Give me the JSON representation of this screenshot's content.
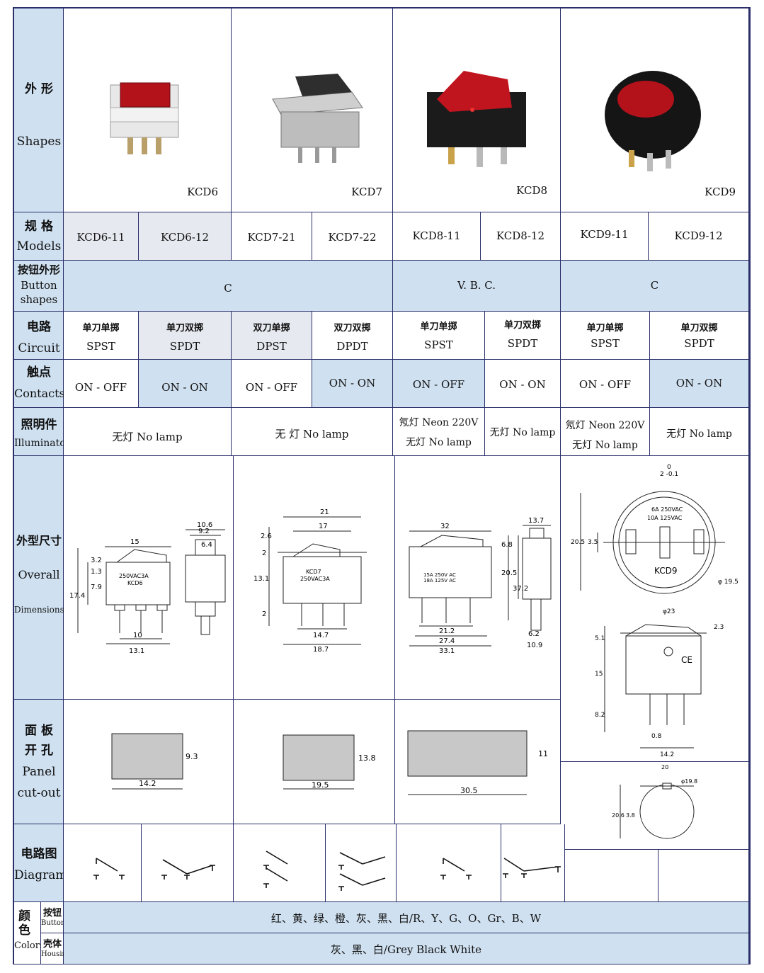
{
  "labels": {
    "shapes_cn": "外 形",
    "shapes_en": "Shapes",
    "models_cn": "规 格",
    "models_en": "Models",
    "button_cn": "按钮外形",
    "button_en1": "Button",
    "button_en2": "shapes",
    "circuit_cn": "电路",
    "circuit_en": "Circuit",
    "contacts_cn": "触点",
    "contacts_en": "Contacts",
    "illum_cn": "照明件",
    "illum_en": "Illuminator",
    "overall_cn": "外型尺寸",
    "overall_en1": "Overall",
    "overall_en2": "Dimensions",
    "panel_cn1": "面 板",
    "panel_cn2": "开 孔",
    "panel_en1": "Panel",
    "panel_en2": "cut-out",
    "diagram_cn": "电路图",
    "diagram_en": "Diagram",
    "colors_cn": "颜色",
    "colors_en": "Colors",
    "button_color_cn": "按钮",
    "button_color_en": "Button",
    "housing_cn": "壳体",
    "housing_en": "Housing"
  },
  "series": [
    "KCD6",
    "KCD7",
    "KCD8",
    "KCD9"
  ],
  "models": [
    "KCD6-11",
    "KCD6-12",
    "KCD7-21",
    "KCD7-22",
    "KCD8-11",
    "KCD8-12",
    "KCD9-11",
    "KCD9-12"
  ],
  "button_shapes": [
    "C",
    "V. B. C.",
    "C"
  ],
  "circuits": [
    {
      "cn": "单刀单掷",
      "en": "SPST"
    },
    {
      "cn": "单刀双掷",
      "en": "SPDT"
    },
    {
      "cn": "双刀单掷",
      "en": "DPST"
    },
    {
      "cn": "双刀双掷",
      "en": "DPDT"
    },
    {
      "cn": "单刀单掷",
      "en": "SPST"
    },
    {
      "cn": "单刀双掷",
      "en": "SPDT"
    },
    {
      "cn": "单刀单掷",
      "en": "SPST"
    },
    {
      "cn": "单刀双掷",
      "en": "SPDT"
    }
  ],
  "contacts": [
    "ON - OFF",
    "ON - ON",
    "ON - OFF",
    "ON - ON",
    "ON - OFF",
    "ON - ON",
    "ON - OFF",
    "ON - ON"
  ],
  "illuminator": {
    "nolamp1": "无灯  No lamp",
    "nolamp2": "无 灯  No lamp",
    "neon1": "氖灯 Neon 220V",
    "nolamp3a": "无灯 No  lamp",
    "nolamp3b": "无灯 No lamp",
    "neon2": "氖灯 Neon 220V",
    "nolamp4a": "无灯 No  lamp",
    "nolamp4b": "无灯 No lamp"
  },
  "dims": {
    "kcd6": {
      "w15": "15",
      "w10_6": "10.6",
      "w9_2": "9.2",
      "w6_4": "6.4",
      "h3_2": "3.2",
      "h1_3": "1.3",
      "h7_9": "7.9",
      "h17_4": "17.4",
      "w10": "10",
      "w13_1": "13.1",
      "mark1": "250VAC3A",
      "mark2": "KCD6"
    },
    "kcd7": {
      "w21": "21",
      "w17": "17",
      "h2_6": "2.6",
      "h2": "2",
      "h13_1": "13.1",
      "h2b": "2",
      "w14_7": "14.7",
      "w18_7": "18.7",
      "mark1": "KCD7",
      "mark2": "250VAC3A"
    },
    "kcd8": {
      "w32": "32",
      "w13_7": "13.7",
      "h6_8": "6.8",
      "h20_5": "20.5",
      "h37_2": "37.2",
      "w21_2": "21.2",
      "w27_4": "27.4",
      "w33_1": "33.1",
      "w6_2": "6.2",
      "w10_9": "10.9",
      "mark1": "15A 250V AC",
      "mark2": "18A 125V AC"
    },
    "kcd9": {
      "tol0": "0",
      "tol": "2 -0.1",
      "h20_5": "20.5",
      "h3_5": "3.5",
      "d19_5": "φ 19.5",
      "d23": "φ23",
      "h2_3": "2.3",
      "h5_1": "5.1",
      "h15": "15",
      "h8_2": "8.2",
      "w0_8": "0.8",
      "w14_2": "14.2",
      "mark1": "10A 125VAC",
      "mark2": "6A 250VAC",
      "mark3": "KCD9",
      "ce": "CE"
    }
  },
  "panel": {
    "kcd6": {
      "w": "14.2",
      "h": "9.3"
    },
    "kcd7": {
      "w": "19.5",
      "h": "13.8"
    },
    "kcd8": {
      "w": "30.5",
      "h": "11"
    },
    "kcd9": {
      "w": "20",
      "d": "φ19.8",
      "h1": "20.6",
      "h2": "3.8"
    }
  },
  "colors": {
    "button": "红、黄、绿、橙、灰、黑、白/R、Y、G、O、Gr、B、W",
    "housing": "灰、黑、白/Grey  Black  White"
  },
  "palette": {
    "line": "#2a2f6a",
    "blue": "#cfe0f0",
    "panelfill": "#c8c8c8",
    "red": "#b3121b"
  }
}
